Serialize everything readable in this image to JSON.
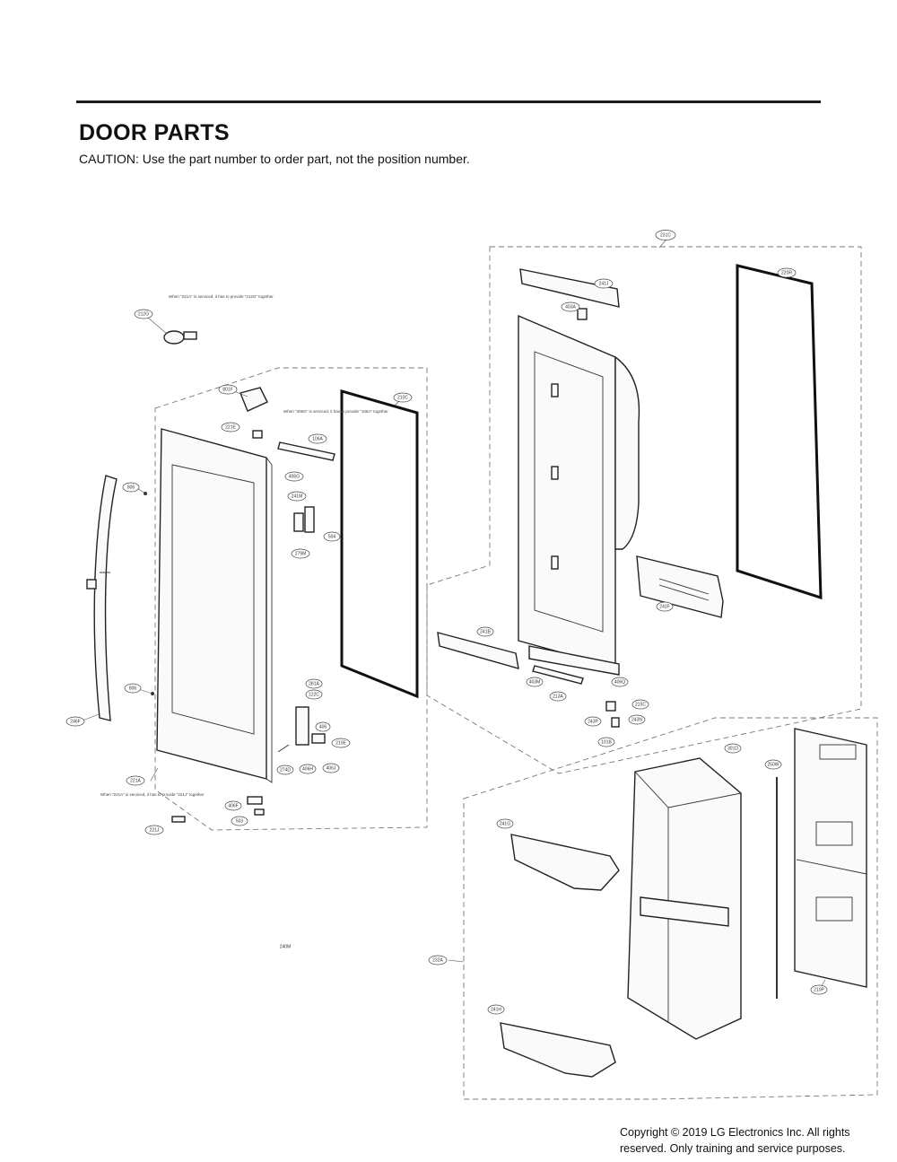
{
  "header": {
    "title": "DOOR PARTS",
    "caution": "CAUTION: Use the part number to order part, not the position number."
  },
  "footer": {
    "copyright_line1": "Copyright © 2019  LG Electronics Inc. All rights",
    "copyright_line2": "reserved. Only training and service purposes."
  },
  "diagram": {
    "part_labels": [
      "231C",
      "241J",
      "403A",
      "220R",
      "212G",
      "801F",
      "210C",
      "221E",
      "106A",
      "406G",
      "241M",
      "504",
      "279M",
      "806",
      "246F",
      "806",
      "221A",
      "221J",
      "406F",
      "503",
      "281A",
      "122C",
      "406",
      "406H",
      "406J",
      "210E",
      "274D",
      "241B",
      "403M",
      "213A",
      "406Q",
      "215C",
      "243P",
      "243N",
      "101B",
      "241F",
      "301D",
      "250W",
      "241G",
      "210P",
      "241H",
      "232A",
      "240M"
    ],
    "callout_notes": [
      "When \"221A\" is serviced, it has to provide \"212G\" together",
      "When \"406G\" is serviced, it has to provide \"106A\" together",
      "When \"221A\" is serviced, it has to provide \"221J\" together"
    ]
  }
}
